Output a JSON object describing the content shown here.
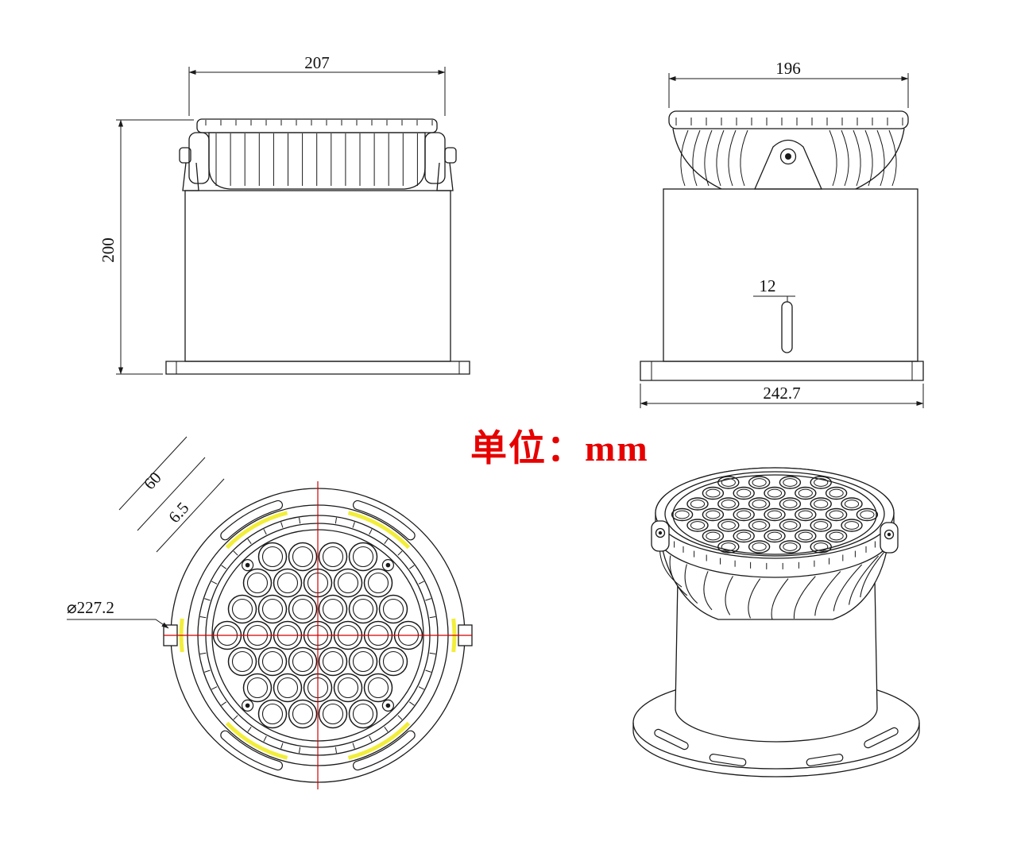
{
  "drawing": {
    "unit_label": "单位：mm",
    "views": {
      "front": {
        "width": "207",
        "height": "200"
      },
      "side": {
        "width": "196",
        "slot_width": "12",
        "base_width": "242.7"
      },
      "top": {
        "slot_length": "60",
        "slot_width": "6.5",
        "outer_diameter": "⌀227.2"
      }
    },
    "colors": {
      "line": "#1a1a1a",
      "centerline": "#d10000",
      "unit_text": "#e60000",
      "gasket": "#f2ee3a"
    },
    "led_count": 37,
    "led_rows": [
      4,
      5,
      6,
      7,
      6,
      5,
      4
    ]
  }
}
